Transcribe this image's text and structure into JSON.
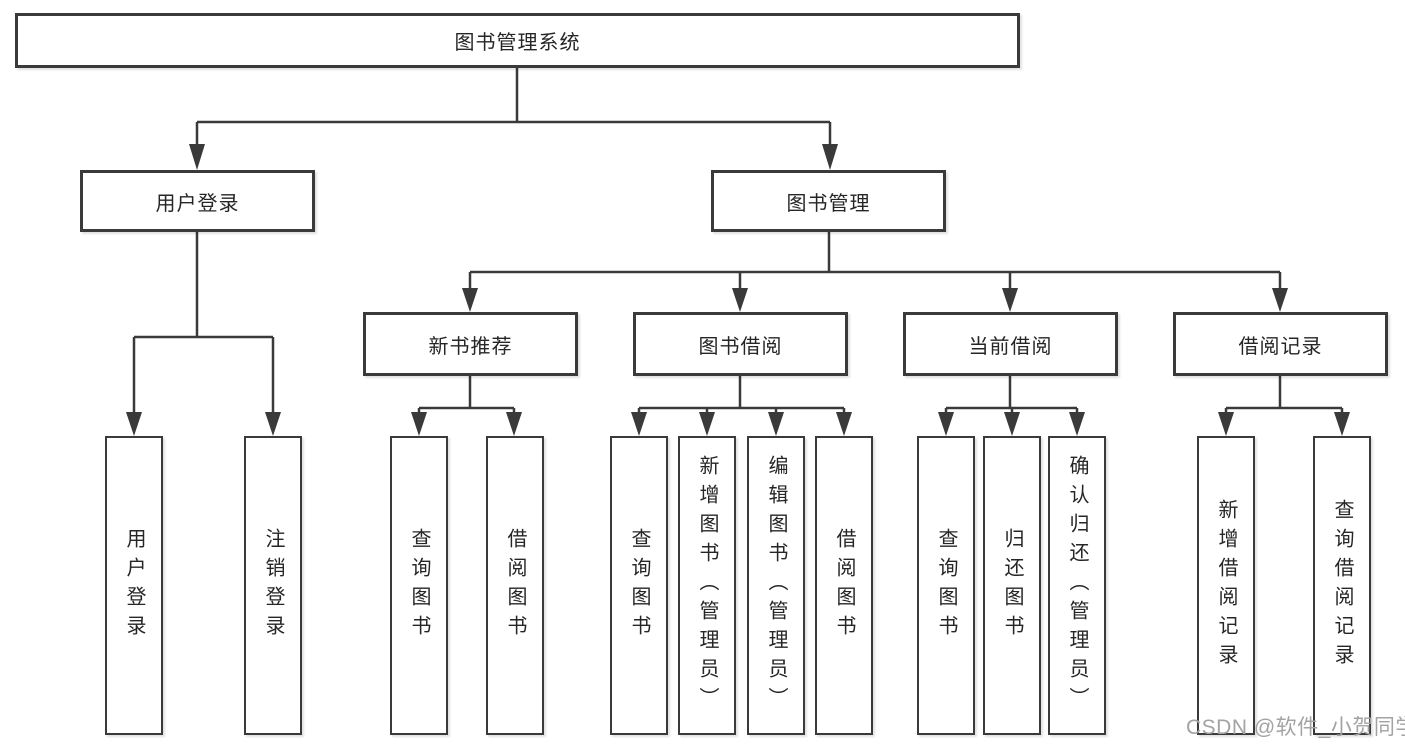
{
  "tree": {
    "root": "图书管理系统",
    "branches": [
      {
        "label": "用户登录",
        "leaves": [
          "用户登录",
          "注销登录"
        ]
      },
      {
        "label": "图书管理",
        "groups": [
          {
            "label": "新书推荐",
            "leaves": [
              "查询图书",
              "借阅图书"
            ]
          },
          {
            "label": "图书借阅",
            "leaves": [
              "查询图书",
              "新增图书（管理员）",
              "编辑图书（管理员）",
              "借阅图书"
            ]
          },
          {
            "label": "当前借阅",
            "leaves": [
              "查询图书",
              "归还图书",
              "确认归还（管理员）"
            ]
          },
          {
            "label": "借阅记录",
            "leaves": [
              "新增借阅记录",
              "查询借阅记录"
            ]
          }
        ]
      }
    ]
  },
  "watermark": "CSDN @软件_小贺同学",
  "colors": {
    "line": "#3a3a3a",
    "box_border": "#3a3a3a",
    "box_fill": "#ffffff",
    "text": "#262626",
    "watermark": "#a3a3a3"
  }
}
